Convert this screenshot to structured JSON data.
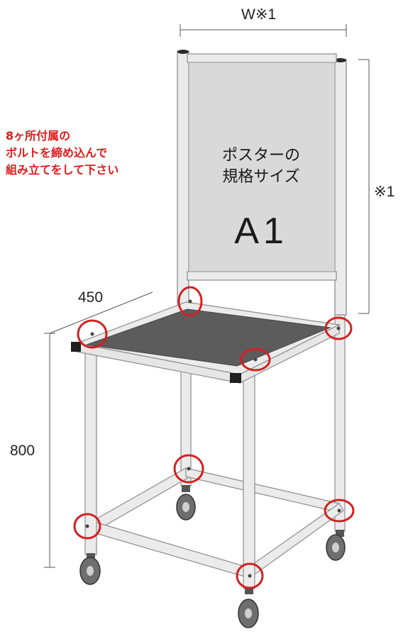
{
  "dimensions": {
    "width": "W※1",
    "height_right": "※1",
    "depth": "450",
    "height_left": "800"
  },
  "note": {
    "lines": [
      "8ヶ所付属の",
      "ボルトを締め込んで",
      "組み立てをして下さい"
    ]
  },
  "poster": {
    "line1": "ポスターの",
    "line2": "規格サイズ",
    "size": "A1"
  },
  "colors": {
    "frame": "#e8e8e8",
    "frame_edge": "#8c8c8c",
    "poster_panel": "#d9d9d9",
    "shelf": "#5c5c5c",
    "highlight_circle": "#d42020",
    "note_text": "#e01a1a"
  }
}
